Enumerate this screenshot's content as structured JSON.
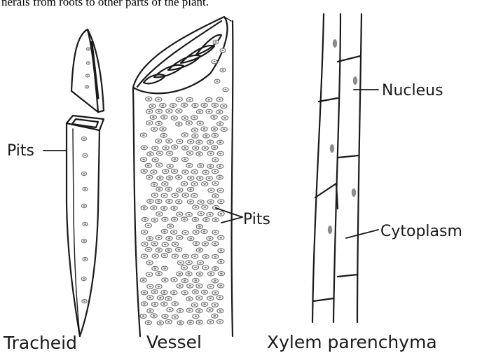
{
  "top_text": "nerals from roots to other parts of the plant.",
  "labels": {
    "pits_tracheid": "Pits",
    "pits_vessel": "Pits",
    "nucleus": "Nucleus",
    "cytoplasm": "Cytoplasm"
  },
  "captions": {
    "tracheid": "Tracheid",
    "vessel": "Vessel",
    "xylem_parenchyma": "Xylem parenchyma"
  },
  "colors": {
    "ink": "#1a1a1a",
    "pit": "#777777",
    "nucleus": "#8c8c8c"
  }
}
